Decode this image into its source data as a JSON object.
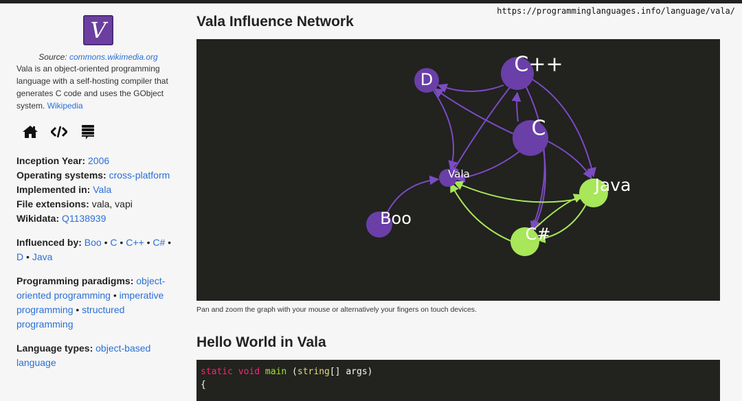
{
  "url": "https://programminglanguages.info/language/vala/",
  "logo_letter": "V",
  "sidebar": {
    "source_label": "Source: ",
    "source_link": "commons.wikimedia.org",
    "description": "Vala is an object-oriented programming language with a self-hosting compiler that generates C code and uses the GObject system. ",
    "wikipedia_link": "Wikipedia",
    "facts": {
      "inception_label": "Inception Year:",
      "inception_value": "2006",
      "os_label": "Operating systems:",
      "os_value": "cross-platform",
      "implemented_label": "Implemented in:",
      "implemented_value": "Vala",
      "ext_label": "File extensions:",
      "ext_value": "vala, vapi",
      "wikidata_label": "Wikidata:",
      "wikidata_value": "Q1138939"
    },
    "influenced_label": "Influenced by:",
    "influenced": [
      "Boo",
      "C",
      "C++",
      "C#",
      "D",
      "Java"
    ],
    "paradigms_label": "Programming paradigms:",
    "paradigms": [
      "object-oriented programming",
      "imperative programming",
      "structured programming"
    ],
    "types_label": "Language types:",
    "types": [
      "object-based language"
    ],
    "separator": " • "
  },
  "main": {
    "graph_title": "Vala Influence Network",
    "graph_caption": "Pan and zoom the graph with your mouse or alternatively your fingers on touch devices.",
    "hello_title": "Hello World in Vala",
    "code_line1_kw": "static void",
    "code_line1_fn": "main",
    "code_line1_rest": " (",
    "code_line1_ty": "string",
    "code_line1_end": "[] args)",
    "code_line2": "{"
  },
  "graph": {
    "nodes": [
      {
        "id": "D",
        "label": "D",
        "color": "#6a3fa8"
      },
      {
        "id": "C++",
        "label": "C++",
        "color": "#6a3fa8"
      },
      {
        "id": "C",
        "label": "C",
        "color": "#6a3fa8"
      },
      {
        "id": "Vala",
        "label": "Vala",
        "color": "#6a3fa8"
      },
      {
        "id": "Java",
        "label": "Java",
        "color": "#a8e65a"
      },
      {
        "id": "Boo",
        "label": "Boo",
        "color": "#6a3fa8"
      },
      {
        "id": "C#",
        "label": "C#",
        "color": "#a8e65a"
      }
    ],
    "edge_colors": {
      "purple": "#7b4bc4",
      "green": "#a8e65a"
    },
    "background": "#22221f"
  }
}
